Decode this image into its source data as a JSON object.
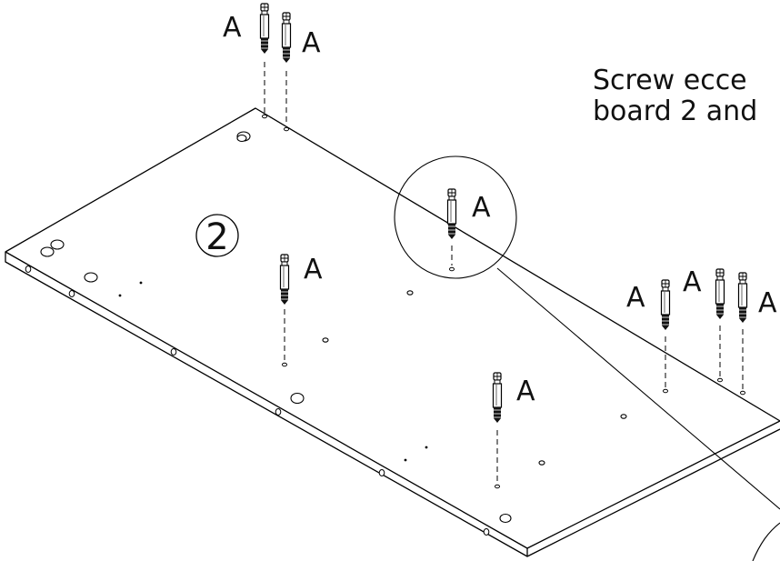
{
  "instruction": {
    "line1": "Screw ecce",
    "line2": "board 2 and"
  },
  "board": {
    "number": "2"
  },
  "part_label": "A"
}
